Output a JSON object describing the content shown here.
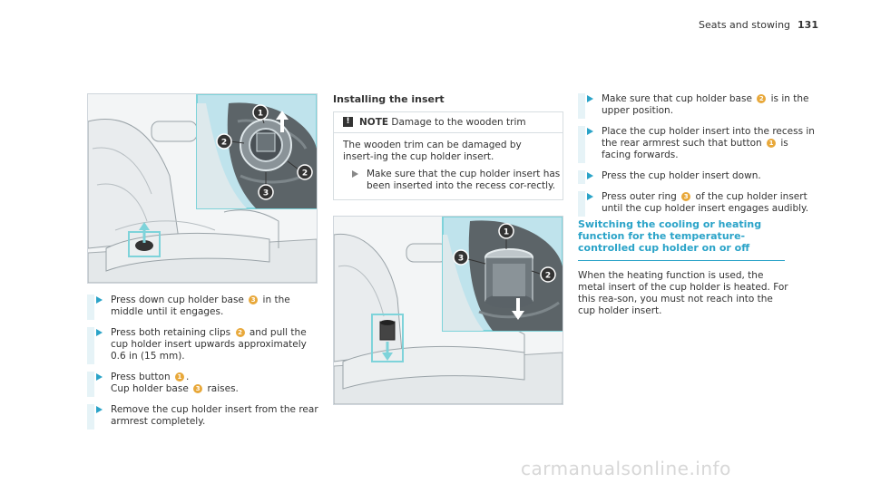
{
  "header": {
    "section": "Seats and stowing",
    "page": "131"
  },
  "left_steps": [
    {
      "parts": [
        {
          "t": "Press down cup holder base "
        },
        {
          "b": "3"
        },
        {
          "t": " in the middle until it engages."
        }
      ]
    },
    {
      "parts": [
        {
          "t": "Press both retaining clips "
        },
        {
          "b": "2"
        },
        {
          "t": " and pull the cup holder insert upwards approximately 0.6 in (15 mm)."
        }
      ]
    },
    {
      "parts": [
        {
          "t": "Press button "
        },
        {
          "b": "1"
        },
        {
          "t": "."
        },
        {
          "br": true
        },
        {
          "t": "Cup holder base "
        },
        {
          "b": "3"
        },
        {
          "t": " raises."
        }
      ]
    },
    {
      "parts": [
        {
          "t": "Remove the cup holder insert from the rear armrest completely."
        }
      ]
    }
  ],
  "install": {
    "title": "Installing the insert",
    "note": {
      "icon": "!",
      "label": "NOTE",
      "title": "Damage to the wooden trim",
      "body": "The wooden trim can be damaged by insert-ing the cup holder insert.",
      "step": "Make sure that the cup holder insert has been inserted into the recess cor-rectly."
    }
  },
  "right_steps": [
    {
      "parts": [
        {
          "t": "Make sure that cup holder base "
        },
        {
          "b": "2"
        },
        {
          "t": " is in the upper position."
        }
      ]
    },
    {
      "parts": [
        {
          "t": "Place the cup holder insert into the recess in the rear armrest such that button "
        },
        {
          "b": "1"
        },
        {
          "t": " is facing forwards."
        }
      ]
    },
    {
      "parts": [
        {
          "t": "Press the cup holder insert down."
        }
      ]
    },
    {
      "parts": [
        {
          "t": "Press outer ring "
        },
        {
          "b": "3"
        },
        {
          "t": " of the cup holder insert until the cup holder insert engages audibly."
        }
      ]
    }
  ],
  "switching": {
    "title": "Switching the cooling or heating function for the temperature-controlled cup holder on or off",
    "body": "When the heating function is used, the metal insert of the cup holder is heated. For this rea-son, you must not reach into the cup holder insert."
  },
  "figure1": {
    "callouts": [
      "1",
      "2",
      "2",
      "3"
    ]
  },
  "figure2": {
    "callouts": [
      "1",
      "3",
      "2"
    ]
  },
  "watermark": "carmanualsonline.info",
  "colors": {
    "accent": "#2aa3c8",
    "callout": "#e8a83a",
    "zoom_bg": "#bfe3ec",
    "highlight": "#7ed3da"
  }
}
